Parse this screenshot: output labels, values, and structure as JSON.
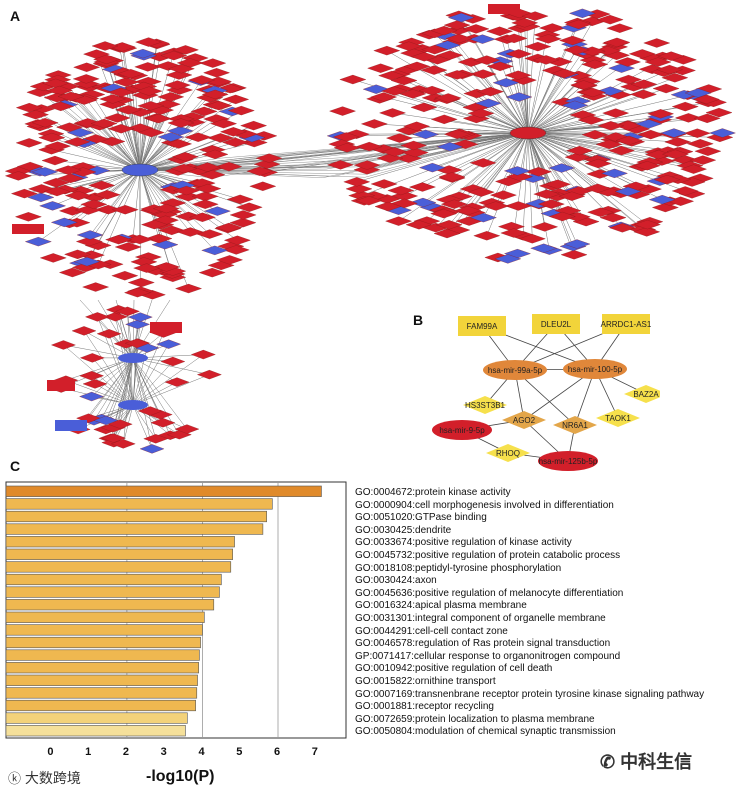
{
  "panels": {
    "a": "A",
    "b": "B",
    "c": "C"
  },
  "network_b": {
    "nodes": [
      {
        "id": "FAM99A",
        "label": "FAM99A",
        "kind": "rect-yellow"
      },
      {
        "id": "DLEU2L",
        "label": "DLEU2L",
        "kind": "rect-yellow"
      },
      {
        "id": "ARRDC1-AS1",
        "label": "ARRDC1-AS1",
        "kind": "rect-yellow"
      },
      {
        "id": "mir99a",
        "label": "hsa-mir-99a-5p",
        "kind": "ellipse-orange"
      },
      {
        "id": "mir100",
        "label": "hsa-mir-100-5p",
        "kind": "ellipse-orange"
      },
      {
        "id": "HS3ST3B1",
        "label": "HS3ST3B1",
        "kind": "diamond-yellow"
      },
      {
        "id": "AGO2",
        "label": "AGO2",
        "kind": "diamond-orange"
      },
      {
        "id": "NR6A1",
        "label": "NR6A1",
        "kind": "diamond-orange"
      },
      {
        "id": "BAZ2A",
        "label": "BAZ2A",
        "kind": "diamond-yellow"
      },
      {
        "id": "TAOK1",
        "label": "TAOK1",
        "kind": "diamond-yellow"
      },
      {
        "id": "mir9",
        "label": "hsa-mir-9-5p",
        "kind": "ellipse-red"
      },
      {
        "id": "RHOQ",
        "label": "RHOQ",
        "kind": "diamond-yellow"
      },
      {
        "id": "mir125b",
        "label": "hsa-mir-125b-5p",
        "kind": "ellipse-red"
      }
    ],
    "edges": [
      [
        "FAM99A",
        "mir99a"
      ],
      [
        "DLEU2L",
        "mir99a"
      ],
      [
        "DLEU2L",
        "mir100"
      ],
      [
        "ARRDC1-AS1",
        "mir100"
      ],
      [
        "FAM99A",
        "mir100"
      ],
      [
        "ARRDC1-AS1",
        "mir99a"
      ],
      [
        "mir99a",
        "HS3ST3B1"
      ],
      [
        "mir99a",
        "AGO2"
      ],
      [
        "mir99a",
        "NR6A1"
      ],
      [
        "mir99a",
        "mir100"
      ],
      [
        "mir100",
        "AGO2"
      ],
      [
        "mir100",
        "NR6A1"
      ],
      [
        "mir100",
        "BAZ2A"
      ],
      [
        "mir100",
        "TAOK1"
      ],
      [
        "mir9",
        "AGO2"
      ],
      [
        "mir9",
        "RHOQ"
      ],
      [
        "mir125b",
        "NR6A1"
      ],
      [
        "mir125b",
        "RHOQ"
      ],
      [
        "mir125b",
        "AGO2"
      ]
    ]
  },
  "chart_data": {
    "type": "bar",
    "orientation": "horizontal",
    "xlabel": "-log10(P)",
    "xlim": [
      -1.2,
      7.8
    ],
    "xticks": [
      "0",
      "1",
      "2",
      "3",
      "4",
      "5",
      "6",
      "7"
    ],
    "grid": true,
    "categories": [
      "GO:0004672:protein kinase activity",
      "GO:0000904:cell morphogenesis involved in differentiation",
      "GO:0051020:GTPase binding",
      "GO:0030425:dendrite",
      "GO:0033674:positive regulation of kinase activity",
      "GO:0045732:positive regulation of protein catabolic process",
      "GO:0018108:peptidyl-tyrosine phosphorylation",
      "GO:0030424:axon",
      "GO:0045636:positive regulation of melanocyte differentiation",
      "GO:0016324:apical plasma membrane",
      "GO:0031301:integral component of organelle membrane",
      "GO:0044291:cell-cell contact zone",
      "GO:0046578:regulation of Ras protein signal transduction",
      "GP:0071417:cellular response to organonitrogen compound",
      "GO:0010942:positive regulation of cell death",
      "GO:0015822:ornithine transport",
      "GO:0007169:transnenbrane receptor protein tyrosine kinase signaling pathway",
      "GO:0001881:receptor recycling",
      "GO:0072659:protein localization to plasma membrane",
      "GO:0050804:modulation of chemical synaptic transmission"
    ],
    "values": [
      7.15,
      5.85,
      5.7,
      5.6,
      4.85,
      4.8,
      4.75,
      4.5,
      4.45,
      4.3,
      4.05,
      4.0,
      3.95,
      3.92,
      3.9,
      3.87,
      3.85,
      3.82,
      3.6,
      3.55
    ],
    "colors": [
      "#e08a2a",
      "#efb850",
      "#efb850",
      "#efb850",
      "#efb850",
      "#efb850",
      "#efb850",
      "#efb850",
      "#efb850",
      "#efb850",
      "#efb850",
      "#efb850",
      "#efb850",
      "#efb850",
      "#efb850",
      "#efb850",
      "#efb850",
      "#efb850",
      "#f3d27a",
      "#f5e09a"
    ]
  },
  "watermark_left": "大数跨境",
  "watermark_right": "中科生信",
  "colors": {
    "red": "#d21f2a",
    "blue": "#4a5ed8",
    "edge": "#777777"
  }
}
